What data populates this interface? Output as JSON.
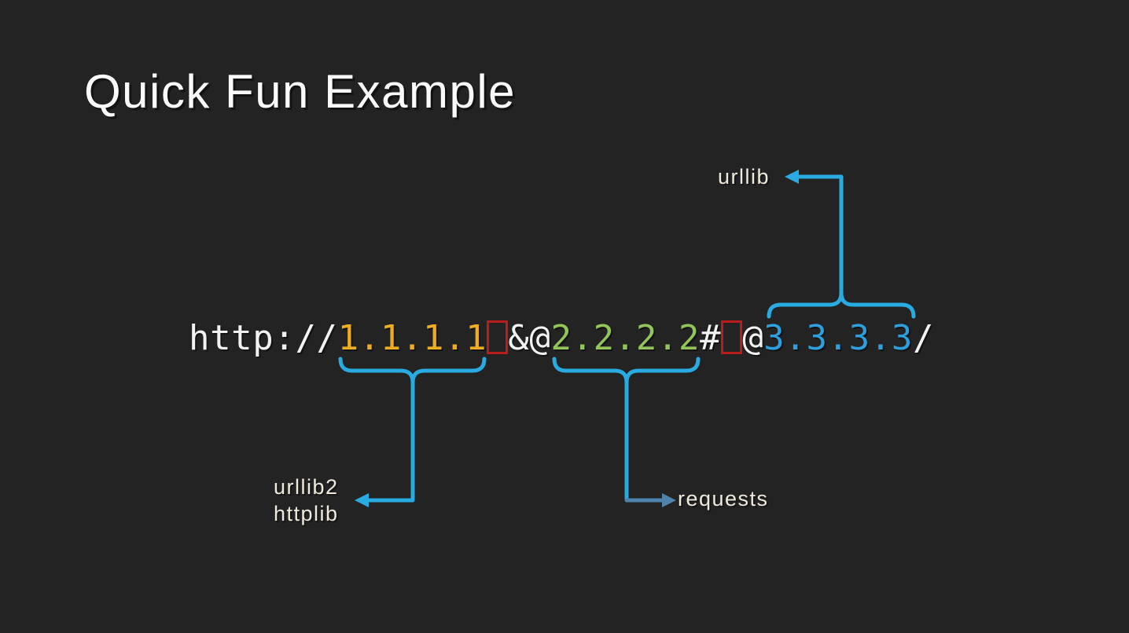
{
  "slide": {
    "title": "Quick Fun Example"
  },
  "url": {
    "scheme": "http://",
    "host1": "1.1.1.1",
    "amp_at": "&@",
    "host2": "2.2.2.2",
    "hash": "#",
    "at": "@",
    "host3": "3.3.3.3",
    "slash": "/"
  },
  "labels": {
    "urllib": "urllib",
    "urllib2": "urllib2",
    "httplib": "httplib",
    "requests": "requests"
  },
  "colors": {
    "background": "#232323",
    "title_text": "#fafafa",
    "url_text": "#f2f2f2",
    "host1_yellow": "#edad21",
    "host2_green": "#92c45a",
    "host3_blue": "#2d9fdd",
    "missing_glyph_red": "#b91c1c",
    "connector_blue": "#29abe2",
    "requests_arrow_steel": "#4d83ad",
    "label_text": "#f0e9dd"
  }
}
